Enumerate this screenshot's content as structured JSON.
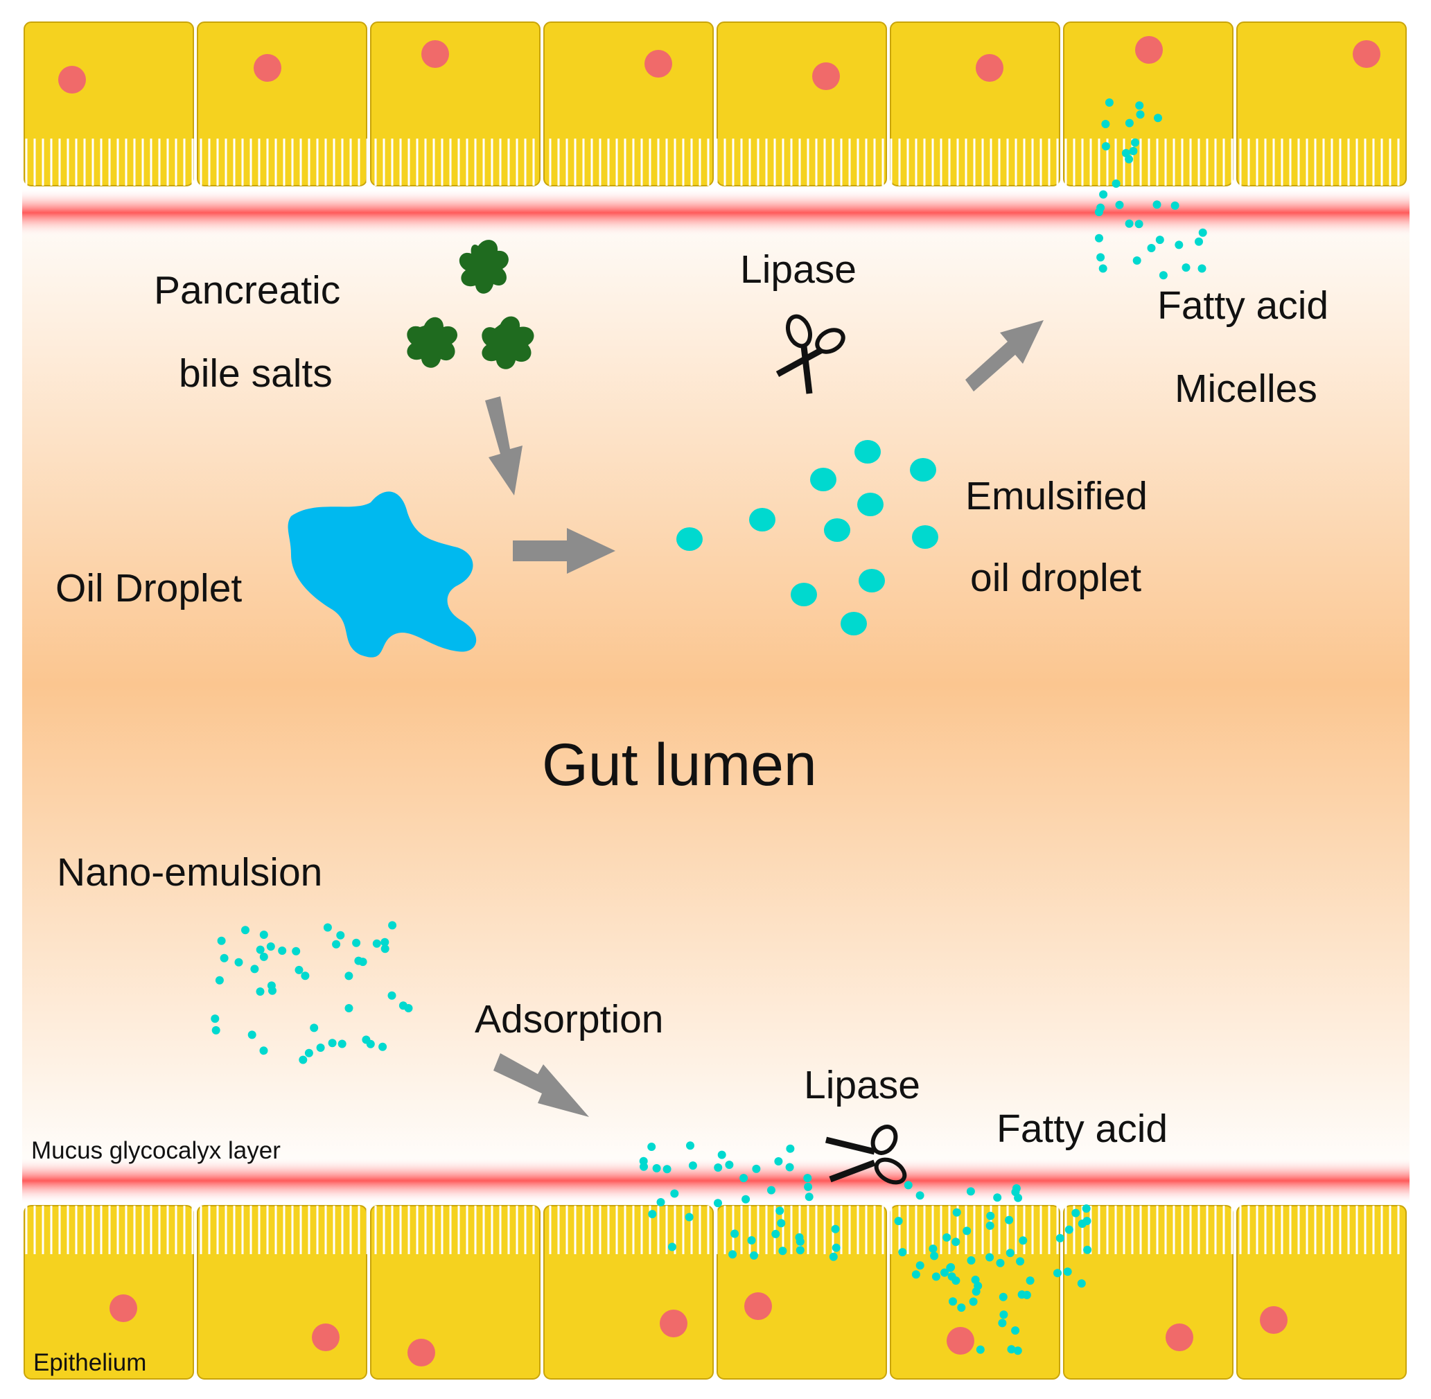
{
  "labels": {
    "pancreatic_bile_salts": [
      "Pancreatic",
      "bile salts"
    ],
    "lipase_top": "Lipase",
    "fatty_acid_micelles": [
      "Fatty acid",
      "Micelles"
    ],
    "emulsified_oil_droplet": [
      "Emulsified",
      "oil droplet"
    ],
    "oil_droplet": "Oil Droplet",
    "gut_lumen": "Gut lumen",
    "nano_emulsion": "Nano-emulsion",
    "adsorption": "Adsorption",
    "lipase_bottom": "Lipase",
    "fatty_acid_bottom": "Fatty acid",
    "mucus_layer": "Mucus glycocalyx layer",
    "epithelium": "Epithelium"
  },
  "colors": {
    "epithelium_cell": "#f5d21f",
    "cell_border": "#c9a40a",
    "nucleus": "#f06a6a",
    "mucus_band": "#ff5a5a",
    "lumen_center": "#fbc690",
    "lumen_edge": "#ffffff",
    "oil_droplet": "#00b9ef",
    "emulsion_particle": "#00d9cf",
    "bile_salt": "#1f6b1f",
    "arrow": "#8c8c8c"
  },
  "icons": [
    "scissors-icon",
    "arrow-icon",
    "bile-salt-icon",
    "oil-droplet-icon",
    "nucleus-icon"
  ]
}
